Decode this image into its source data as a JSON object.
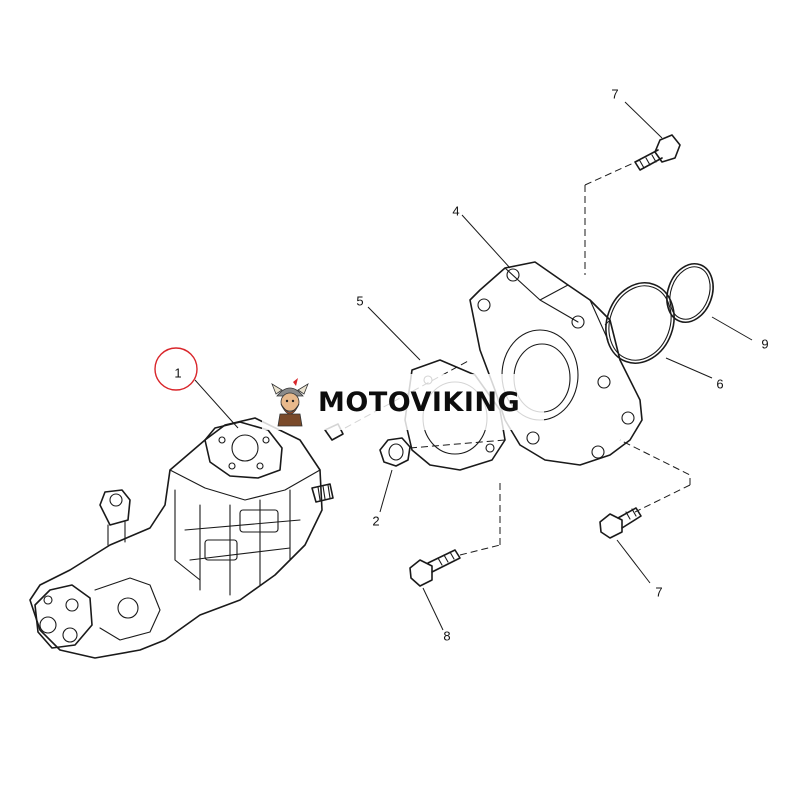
{
  "diagram": {
    "callouts": [
      {
        "id": "c1",
        "label": "1",
        "circled": true
      },
      {
        "id": "c2",
        "label": "2"
      },
      {
        "id": "c4",
        "label": "4"
      },
      {
        "id": "c5",
        "label": "5"
      },
      {
        "id": "c6",
        "label": "6"
      },
      {
        "id": "c7a",
        "label": "7"
      },
      {
        "id": "c7b",
        "label": "7"
      },
      {
        "id": "c8",
        "label": "8"
      },
      {
        "id": "c9",
        "label": "9"
      }
    ],
    "highlight_color": "#d9262b",
    "line_color": "#1a1a1a"
  },
  "watermark": {
    "text": "MOTOVIKING",
    "logo_icon": "viking-mascot-icon"
  }
}
